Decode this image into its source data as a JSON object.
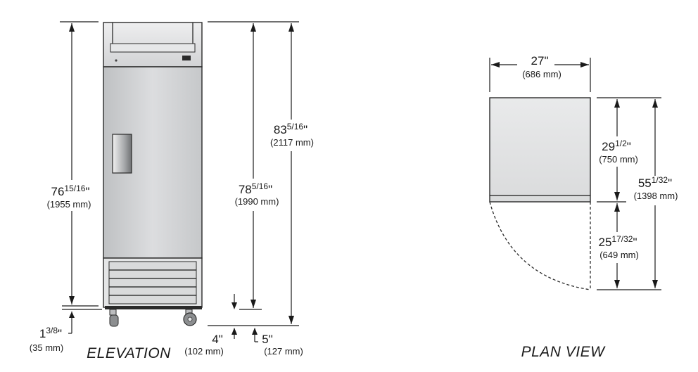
{
  "elevation": {
    "caption": "ELEVATION",
    "height_cabinet": {
      "whole": "76",
      "frac": "15/16",
      "unit": "\"",
      "mm": "(1955 mm)"
    },
    "height_overall": {
      "whole": "83",
      "frac": "5/16",
      "unit": "\"",
      "mm": "(2117 mm)"
    },
    "height_door_open": {
      "whole": "78",
      "frac": "5/16",
      "unit": "\"",
      "mm": "(1990 mm)"
    },
    "caster_gap": {
      "whole": "1",
      "frac": "3/8",
      "unit": "\"",
      "mm": "(35 mm)"
    },
    "caster_4": {
      "whole": "4",
      "unit": "\"",
      "mm": "(102 mm)"
    },
    "caster_5": {
      "whole": "5",
      "unit": "\"",
      "mm": "(127 mm)"
    }
  },
  "plan": {
    "caption": "PLAN VIEW",
    "width": {
      "whole": "27",
      "unit": "\"",
      "mm": "(686 mm)"
    },
    "depth": {
      "whole": "29",
      "frac": "1/2",
      "unit": "\"",
      "mm": "(750 mm)"
    },
    "door_swing": {
      "whole": "25",
      "frac": "17/32",
      "unit": "\"",
      "mm": "(649 mm)"
    },
    "total_depth": {
      "whole": "55",
      "frac": "1/32",
      "unit": "\"",
      "mm": "(1398 mm)"
    }
  }
}
